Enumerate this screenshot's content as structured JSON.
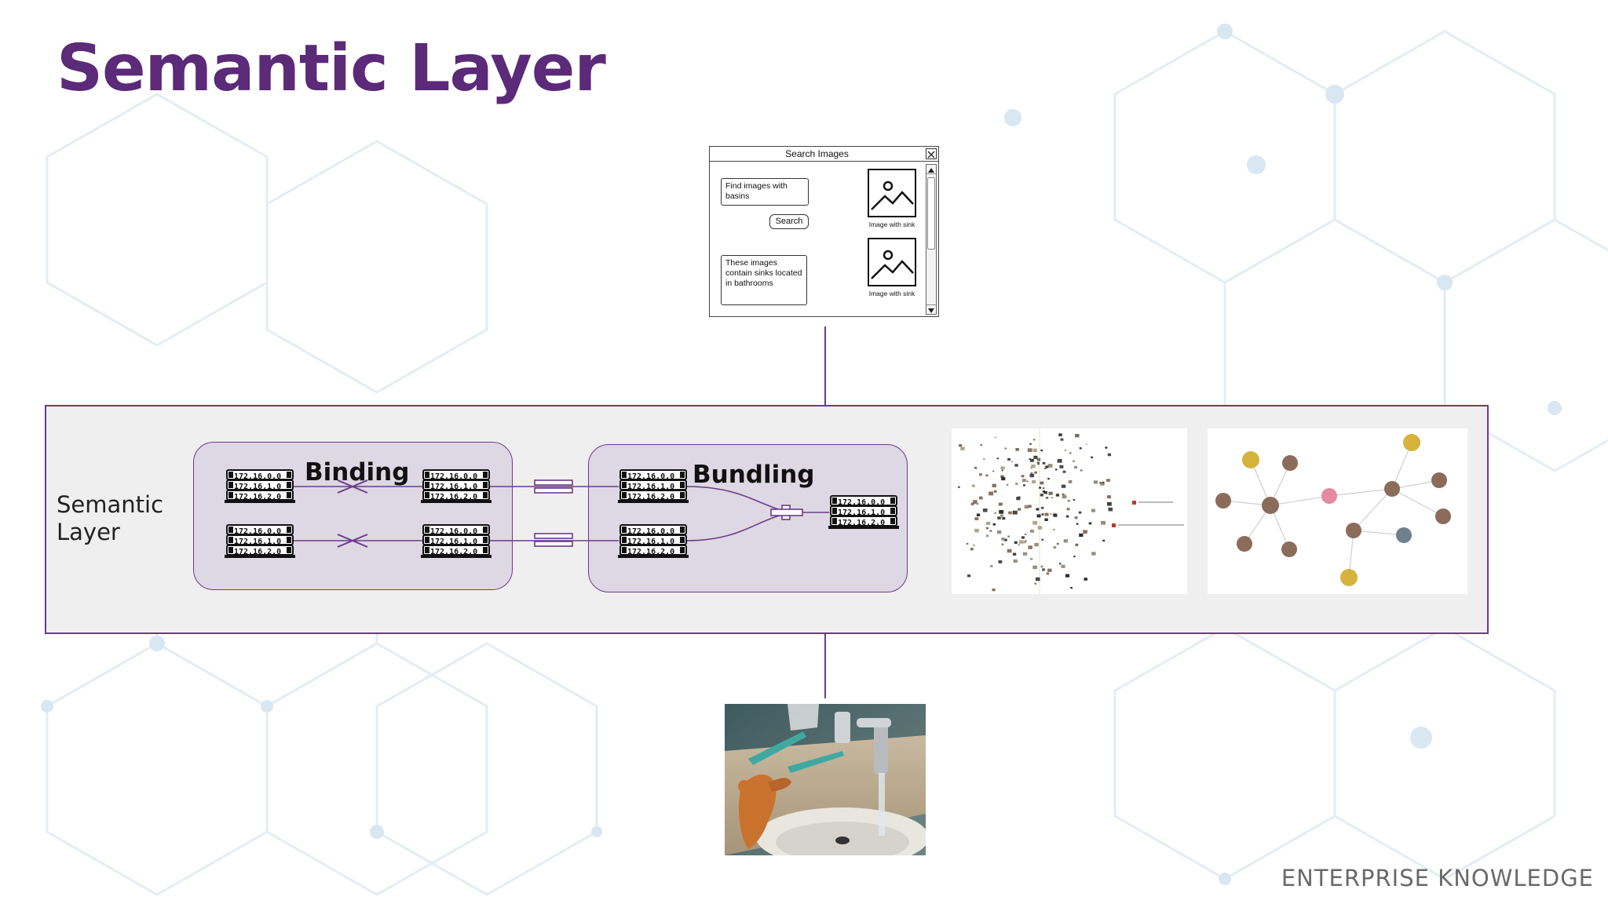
{
  "slide": {
    "title": "Semantic Layer",
    "footer": "ENTERPRISE KNOWLEDGE"
  },
  "colors": {
    "accent_purple": "#5b2a78",
    "panel_border": "#6b3b8a",
    "panel_fill": "#efefef",
    "group_fill": "#ddd8e3",
    "node_brown": "#8b6b5a",
    "node_yellow": "#d6b43c",
    "node_pink": "#e58aa0"
  },
  "search_window": {
    "title": "Search Images",
    "query": "Find images with basins",
    "button": "Search",
    "result_text": "These images contain sinks located in bathrooms",
    "image_captions": [
      "Image with sink",
      "Image with sink"
    ],
    "icons": [
      "close-icon",
      "scroll-up-icon",
      "scroll-down-icon",
      "image-placeholder-icon"
    ]
  },
  "semantic_layer": {
    "label": "Semantic Layer",
    "binding": {
      "title": "Binding",
      "ip_stack": [
        "172.16.0.0",
        "172.16.1.0",
        "172.16.2.0"
      ]
    },
    "bundling": {
      "title": "Bundling",
      "ip_stack": [
        "172.16.0.0",
        "172.16.1.0",
        "172.16.2.0"
      ]
    },
    "scatter_plot": {
      "description_icon": "embedding-scatter-plot"
    },
    "knowledge_graph": {
      "description_icon": "knowledge-graph"
    }
  },
  "photo": {
    "icon": "bathroom-sink-photo"
  }
}
